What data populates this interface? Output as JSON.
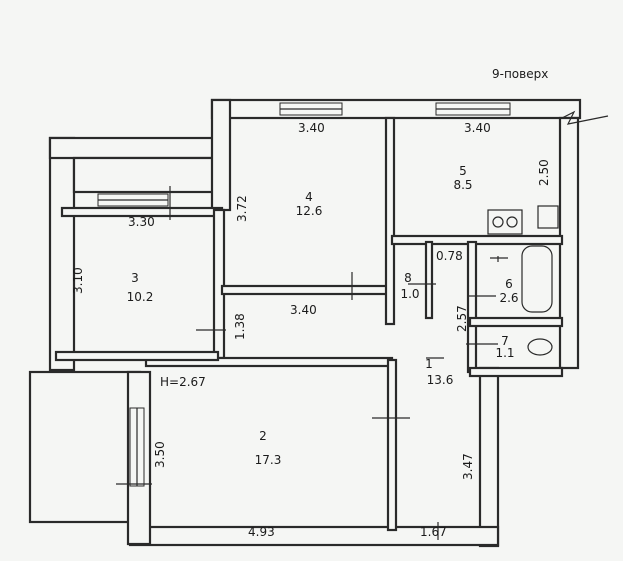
{
  "floor_label": "9-поверх",
  "ceiling_height": "H=2.67",
  "rooms": [
    {
      "number": "1",
      "area": "13.6"
    },
    {
      "number": "2",
      "area": "17.3"
    },
    {
      "number": "3",
      "area": "10.2"
    },
    {
      "number": "4",
      "area": "12.6"
    },
    {
      "number": "5",
      "area": "8.5"
    },
    {
      "number": "6",
      "area": "2.6"
    },
    {
      "number": "7",
      "area": "1.1"
    },
    {
      "number": "8",
      "area": "1.0"
    }
  ],
  "dimensions": {
    "room4_width": "3.40",
    "room5_width": "3.40",
    "room3_width": "3.30",
    "room4_height": "3.72",
    "room5_height": "2.50",
    "room3_height": "3.10",
    "corridor_width": "3.40",
    "corridor_height": "1.38",
    "room8_width": "0.78",
    "bath_height": "2.57",
    "room2_height": "3.50",
    "room2_width": "4.93",
    "hall_height": "3.47",
    "hall_width": "1.67"
  }
}
